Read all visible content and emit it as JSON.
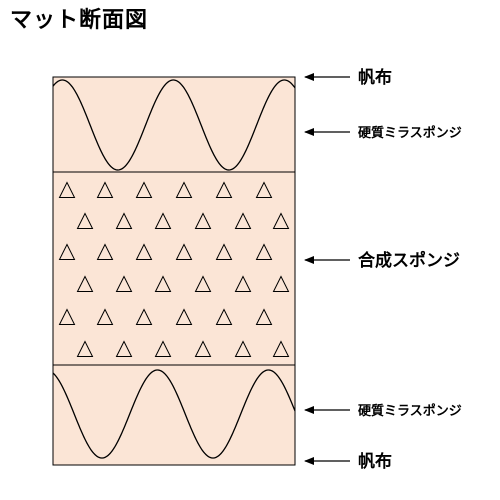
{
  "title": "マット断面図",
  "colors": {
    "fill": "#fbe5d6",
    "stroke": "#000000",
    "background": "#ffffff"
  },
  "layers": [
    {
      "name": "top-wave-layer",
      "pattern": "wave"
    },
    {
      "name": "middle-triangle-layer",
      "pattern": "triangles"
    },
    {
      "name": "bottom-wave-layer",
      "pattern": "wave"
    }
  ],
  "labels": {
    "top_canvas": "帆布",
    "top_foam": "硬質ミラスポンジ",
    "synthetic_sponge": "合成スポンジ",
    "bottom_foam": "硬質ミラスポンジ",
    "bottom_canvas": "帆布"
  }
}
